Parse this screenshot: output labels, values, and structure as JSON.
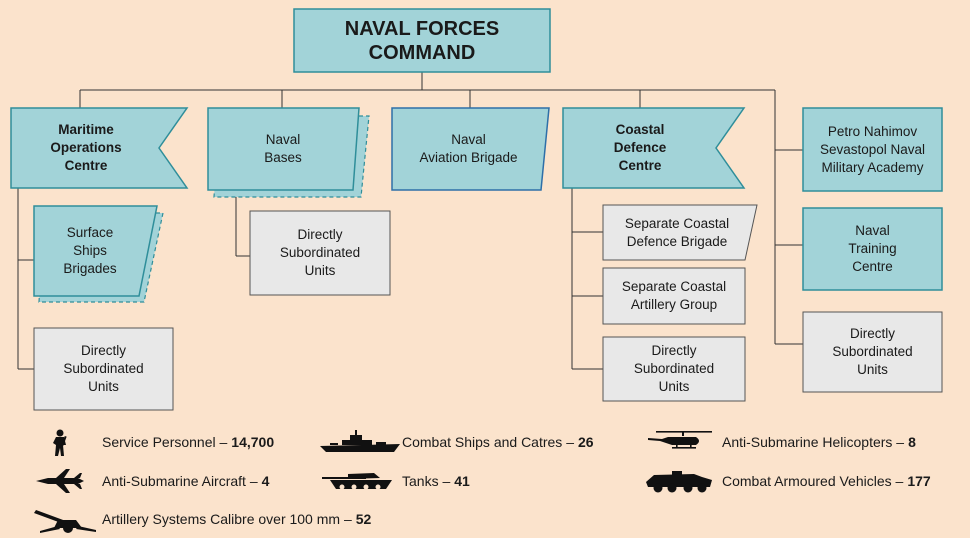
{
  "org_chart": {
    "root": {
      "line1": "NAVAL FORCES",
      "line2": "COMMAND"
    },
    "maritime_operations_centre": {
      "lines": [
        "Maritime",
        "Operations",
        "Centre"
      ]
    },
    "surface_ships_brigades": {
      "lines": [
        "Surface",
        "Ships",
        "Brigades"
      ]
    },
    "maritime_direct_units": {
      "lines": [
        "Directly",
        "Subordinated",
        "Units"
      ]
    },
    "naval_bases": {
      "lines": [
        "Naval",
        "Bases"
      ]
    },
    "naval_bases_direct_units": {
      "lines": [
        "Directly",
        "Subordinated",
        "Units"
      ]
    },
    "naval_aviation_brigade": {
      "lines": [
        "Naval",
        "Aviation Brigade"
      ]
    },
    "coastal_defence_centre": {
      "lines": [
        "Coastal",
        "Defence",
        "Centre"
      ]
    },
    "separate_coastal_defence_brigade": {
      "lines": [
        "Separate Coastal",
        "Defence Brigade"
      ]
    },
    "separate_coastal_artillery_group": {
      "lines": [
        "Separate Coastal",
        "Artillery Group"
      ]
    },
    "coastal_direct_units": {
      "lines": [
        "Directly",
        "Subordinated",
        "Units"
      ]
    },
    "naval_academy": {
      "lines": [
        "Petro Nahimov",
        "Sevastopol Naval",
        "Military Academy"
      ]
    },
    "naval_training_centre": {
      "lines": [
        "Naval",
        "Training",
        "Centre"
      ]
    },
    "command_direct_units": {
      "lines": [
        "Directly",
        "Subordinated",
        "Units"
      ]
    }
  },
  "legend": [
    {
      "icon": "soldier-icon",
      "label": "Service Personnel –",
      "value": "14,700"
    },
    {
      "icon": "warship-icon",
      "label": "Combat Ships and Catres –",
      "value": "26"
    },
    {
      "icon": "helicopter-icon",
      "label": "Anti-Submarine Helicopters –",
      "value": "8"
    },
    {
      "icon": "aircraft-icon",
      "label": "Anti-Submarine Aircraft –",
      "value": "4"
    },
    {
      "icon": "tank-icon",
      "label": "Tanks –",
      "value": "41"
    },
    {
      "icon": "armoured-vehicle-icon",
      "label": "Combat Armoured Vehicles –",
      "value": "177"
    },
    {
      "icon": "artillery-icon",
      "label": "Artillery Systems Calibre over 100 mm –",
      "value": "52"
    }
  ],
  "colors": {
    "background": "#fbe3cc",
    "teal_fill": "#a2d3d8",
    "teal_border": "#2f8e9a",
    "blue_border": "#2e6fa8",
    "gray_fill": "#e8e8e8",
    "line": "#333333"
  }
}
